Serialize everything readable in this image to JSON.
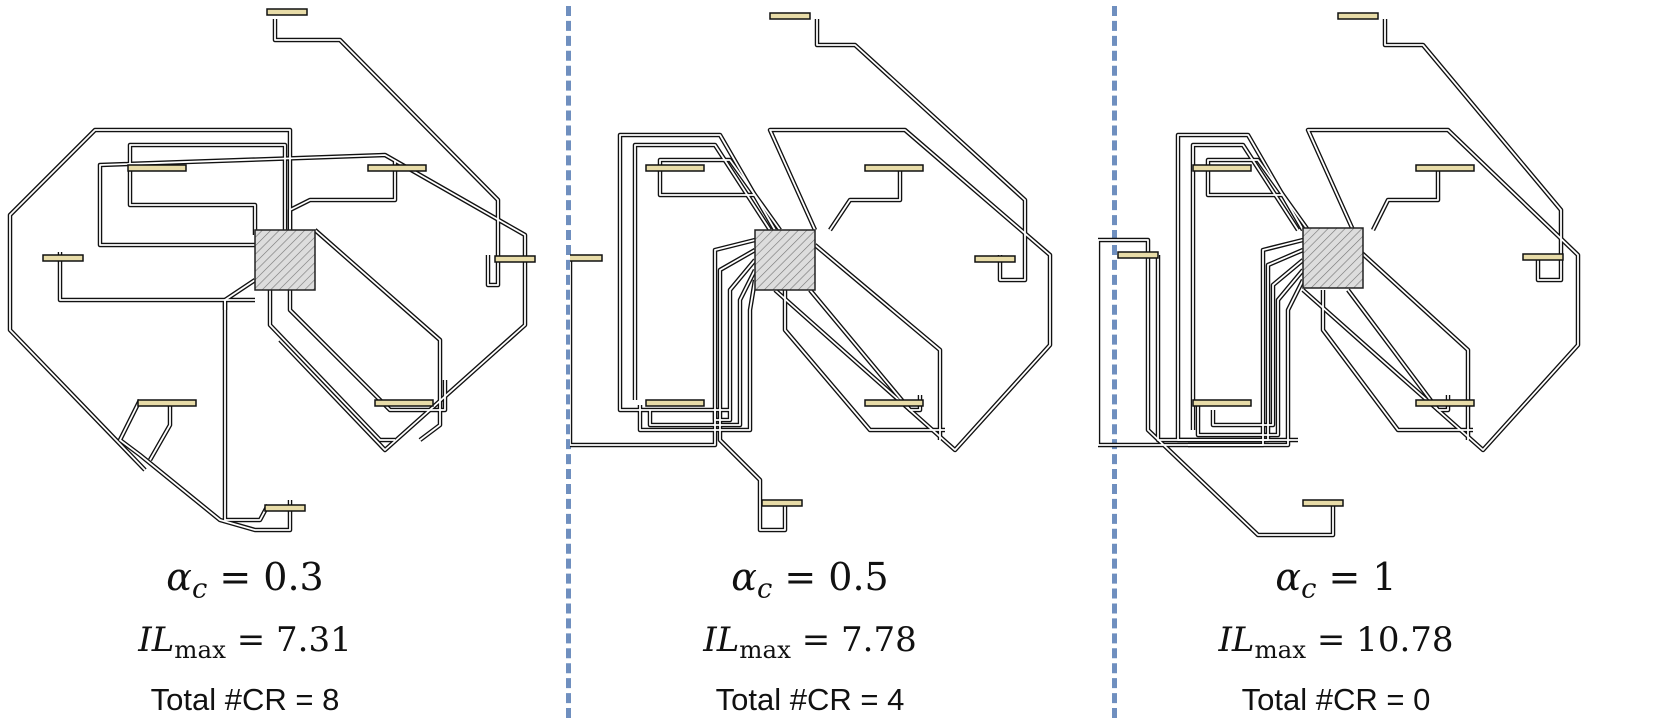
{
  "colors": {
    "divider": "#6f8fbf",
    "wire": "#111111",
    "pad_fill": "#e8dca8",
    "core_fill": "#dddddd"
  },
  "panels": [
    {
      "alpha_symbol": "α",
      "alpha_sub": "c",
      "alpha_value": "= 0.3",
      "il_symbol": "IL",
      "il_sub": "max",
      "il_value": "= 7.31",
      "crossings_label": "Total #CR = 8"
    },
    {
      "alpha_symbol": "α",
      "alpha_sub": "c",
      "alpha_value": "= 0.5",
      "il_symbol": "IL",
      "il_sub": "max",
      "il_value": "= 7.78",
      "crossings_label": "Total #CR = 4"
    },
    {
      "alpha_symbol": "α",
      "alpha_sub": "c",
      "alpha_value": "= 1",
      "il_symbol": "IL",
      "il_sub": "max",
      "il_value": "= 10.78",
      "crossings_label": "Total #CR = 0"
    }
  ]
}
